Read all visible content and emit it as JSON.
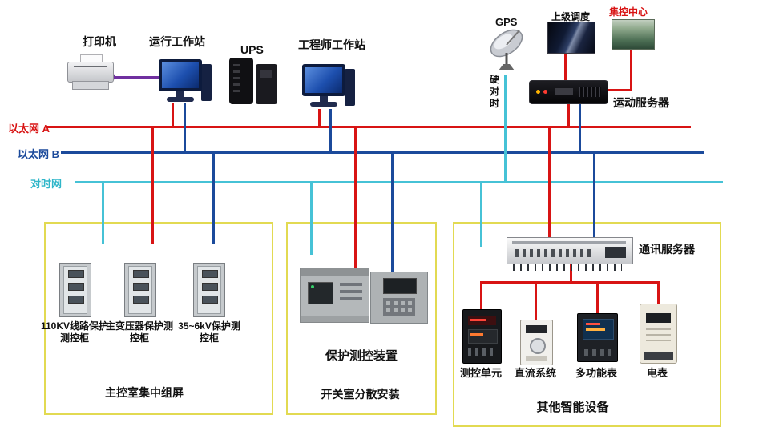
{
  "top": {
    "printer": "打印机",
    "operator_ws": "运行工作站",
    "ups": "UPS",
    "engineer_ws": "工程师工作站",
    "gps": "GPS",
    "dispatch": "上级调度",
    "control_center": "集控中心",
    "remote_server": "运动服务器",
    "hard_time_sync": "硬对时"
  },
  "buses": {
    "ethernet_a": {
      "label": "以太网 A",
      "color": "#d81414"
    },
    "ethernet_b": {
      "label": "以太网 B",
      "color": "#1b4a9b"
    },
    "time_net": {
      "label": "对时网",
      "color": "#46c2d6"
    }
  },
  "colors": {
    "bus_red": "#d81414",
    "bus_blue": "#1b4a9b",
    "bus_cyan": "#46c2d6",
    "printer_link_purple": "#7030a0",
    "box_border_yellow": "#e2da52"
  },
  "left_box": {
    "cabinets": [
      {
        "label": "110KV线路保护测控柜"
      },
      {
        "label": "主变压器保护测控柜"
      },
      {
        "label": "35~6kV保护测控柜"
      }
    ],
    "caption": "主控室集中组屏"
  },
  "middle_box": {
    "device_label": "保护测控装置",
    "caption": "开关室分散安装"
  },
  "right_box": {
    "server_label": "通讯服务器",
    "devices": [
      {
        "label": "测控单元"
      },
      {
        "label": "直流系统"
      },
      {
        "label": "多功能表"
      },
      {
        "label": "电表"
      }
    ],
    "caption": "其他智能设备"
  }
}
